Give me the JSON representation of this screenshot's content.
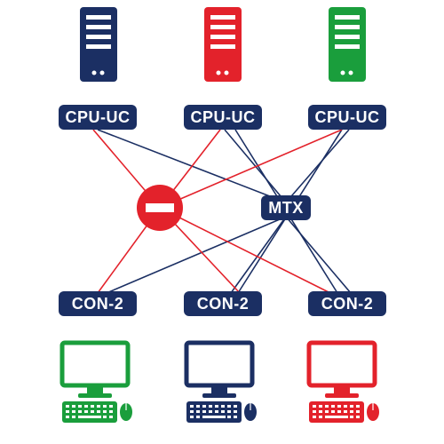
{
  "colors": {
    "navy": "#1b2f63",
    "red": "#e3222b",
    "green": "#1a9e3c",
    "white": "#ffffff"
  },
  "servers": [
    {
      "color_key": "navy",
      "icon": "server-tower-icon"
    },
    {
      "color_key": "red",
      "icon": "server-tower-icon"
    },
    {
      "color_key": "green",
      "icon": "server-tower-icon"
    }
  ],
  "cpu_units": [
    {
      "label": "CPU-UC"
    },
    {
      "label": "CPU-UC"
    },
    {
      "label": "CPU-UC"
    }
  ],
  "matrix": {
    "label": "MTX"
  },
  "blocked_icon": "no-entry-icon",
  "consoles": [
    {
      "label": "CON-2"
    },
    {
      "label": "CON-2"
    },
    {
      "label": "CON-2"
    }
  ],
  "workstations": [
    {
      "color_key": "green",
      "icon": "workstation-icon"
    },
    {
      "color_key": "navy",
      "icon": "workstation-icon"
    },
    {
      "color_key": "red",
      "icon": "workstation-icon"
    }
  ]
}
